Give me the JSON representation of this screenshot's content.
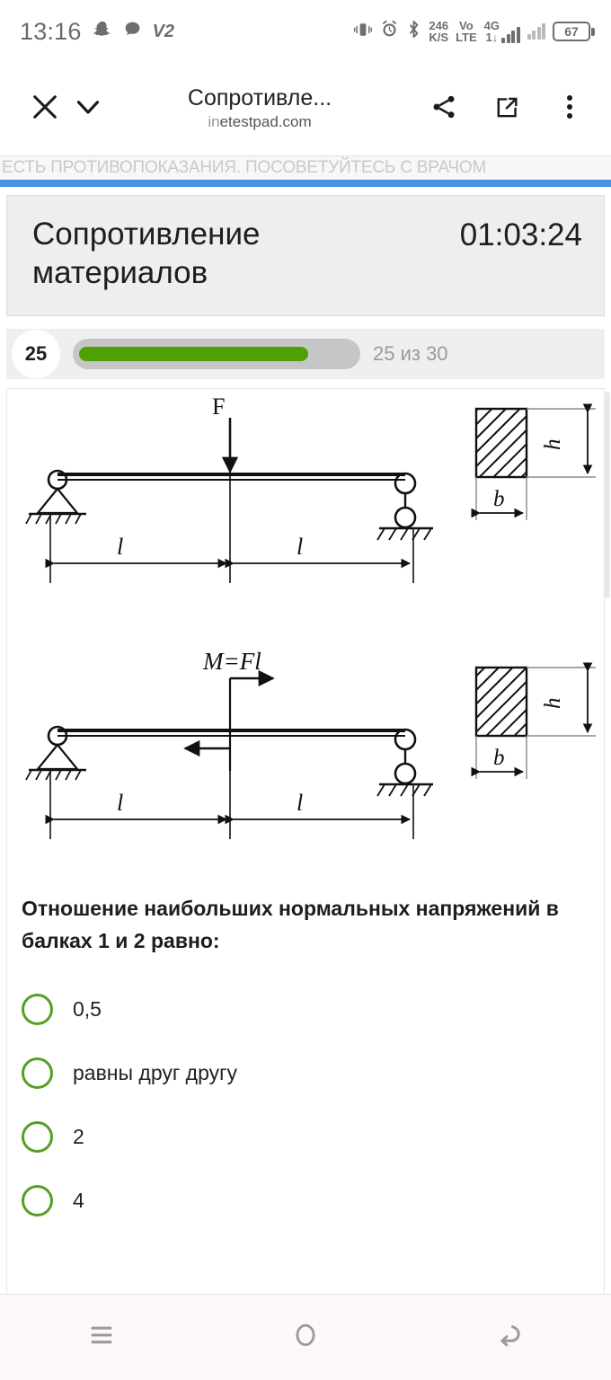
{
  "statusbar": {
    "time": "13:16",
    "icons_left": [
      "snapchat-icon",
      "chat-bubble-icon"
    ],
    "vpn_label": "V2",
    "net_speed_value": "246",
    "net_speed_unit": "K/S",
    "volte_top": "Vo",
    "volte_bottom": "LTE",
    "network_top": "4G",
    "network_bottom": "1↓",
    "battery_percent": "67",
    "icons_right": [
      "vibrate-icon",
      "alarm-clock-icon",
      "bluetooth-icon",
      "signal-bars-icon",
      "signal-bars-dim-icon",
      "battery-icon"
    ]
  },
  "browser": {
    "close_label": "×",
    "collapse_label": "⌄",
    "page_title": "Сопротивле...",
    "url_dim": "in",
    "url_rest": "etestpad.com",
    "icons": [
      "close-icon",
      "chevron-down-icon",
      "share-icon",
      "open-external-icon",
      "overflow-menu-icon"
    ]
  },
  "ad": {
    "text": "ЕСТЬ ПРОТИВОПОКАЗАНИЯ. ПОСОВЕТУЙТЕСЬ С ВРАЧОМ",
    "loadbar_color": "#4a90e2"
  },
  "quiz": {
    "title": "Сопротивление материалов",
    "timer": "01:03:24",
    "question_number": "25",
    "progress_text": "25 из 30",
    "progress_current": 25,
    "progress_total": 30,
    "progress_color": "#4ea006",
    "question": "Отношение наибольших нормальных напряжений в балках 1 и 2 равно:",
    "options": [
      {
        "label": "0,5",
        "selected": false
      },
      {
        "label": "равны друг другу",
        "selected": false
      },
      {
        "label": "2",
        "selected": false
      },
      {
        "label": "4",
        "selected": false
      }
    ],
    "radio_color": "#56a021"
  },
  "figure": {
    "beam1": {
      "load_label": "F",
      "span_left_label": "l",
      "span_right_label": "l",
      "section_height_label": "h",
      "section_width_label": "b"
    },
    "beam2": {
      "load_label": "M=Fl",
      "span_left_label": "l",
      "span_right_label": "l",
      "section_height_label": "h",
      "section_width_label": "b"
    }
  },
  "navbar": {
    "items": [
      {
        "name": "recents-icon"
      },
      {
        "name": "home-icon"
      },
      {
        "name": "back-icon"
      }
    ]
  }
}
